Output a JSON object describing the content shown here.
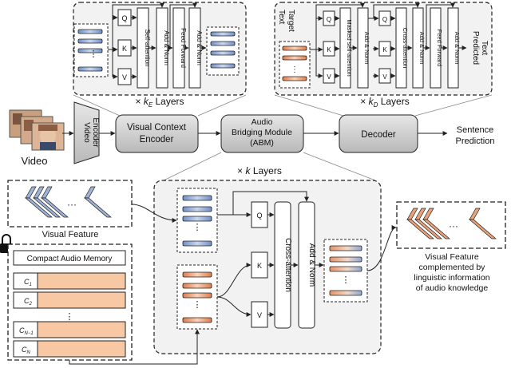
{
  "encoder": {
    "attention": "Self-attention",
    "add_norm_1": "Add & Norm",
    "feed_forward": "Feed Forward",
    "add_norm_2": "Add & Norm",
    "q": "Q",
    "k": "K",
    "v": "V",
    "ellipsis": "⋮",
    "repeat_prefix": "× ",
    "repeat_symbol": "k",
    "repeat_sub": "E",
    "repeat_suffix": " Layers"
  },
  "decoder_block": {
    "target_text_line1": "Target",
    "target_text_line2": "Text",
    "masked_attention": "Masked self-attention",
    "add_norm_1": "Add & Norm",
    "cross_attention": "Cross-attention",
    "add_norm_2": "Add & Norm",
    "feed_forward": "Feed Forward",
    "add_norm_3": "Add & Norm",
    "predicted_text_line1": "Predicted",
    "predicted_text_line2": "Text",
    "q": "Q",
    "k": "K",
    "v": "V",
    "ellipsis": "⋮",
    "repeat_prefix": "× ",
    "repeat_symbol": "k",
    "repeat_sub": "D",
    "repeat_suffix": " Layers"
  },
  "pipeline": {
    "video_label": "Video",
    "video_encoder_line1": "Video",
    "video_encoder_line2": "Encoder",
    "visual_context_encoder_line1": "Visual Context",
    "visual_context_encoder_line2": "Encoder",
    "abm_line1": "Audio",
    "abm_line2": "Bridging Module",
    "abm_line3": "(ABM)",
    "decoder": "Decoder",
    "sentence_prediction_line1": "Sentence",
    "sentence_prediction_line2": "Prediction"
  },
  "abm_block": {
    "repeat_prefix": "× ",
    "repeat_symbol": "k",
    "repeat_suffix": " Layers",
    "q": "Q",
    "k": "K",
    "v": "V",
    "cross_attention": "Cross-attention",
    "add_norm": "Add & Norm",
    "ellipsis": "⋮"
  },
  "visual_feature": {
    "label": "Visual Feature",
    "ellipsis": "···"
  },
  "memory": {
    "title": "Compact Audio Memory",
    "slots": [
      {
        "base": "C",
        "sub": "1"
      },
      {
        "base": "C",
        "sub": "2"
      },
      {
        "base": "C",
        "sub": "N−1"
      },
      {
        "base": "C",
        "sub": "N"
      }
    ],
    "ellipsis": "⋮"
  },
  "output_feature": {
    "ellipsis": "···",
    "caption_line1": "Visual Feature",
    "caption_line2": "complemented by",
    "caption_line3": "linguistic information",
    "caption_line4": "of audio knowledge"
  },
  "colors": {
    "visual_token": "#9fb3d6",
    "audio_token": "#e9a27a",
    "panel_fill": "#f2f2f2",
    "memory_fill": "#f8c8a4",
    "stroke": "#222222"
  },
  "icons": {
    "lock": "lock-icon",
    "video_frames": "video-frames-icon"
  }
}
